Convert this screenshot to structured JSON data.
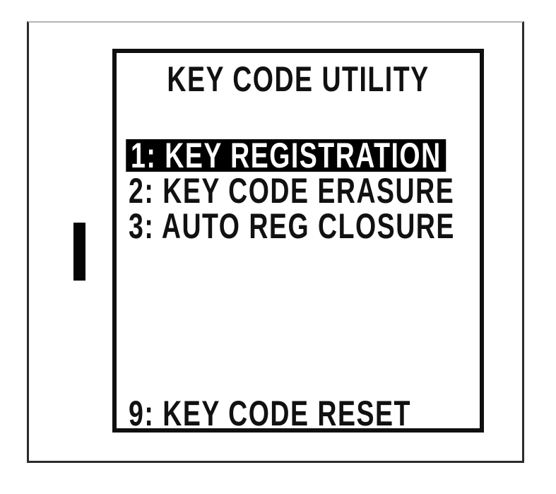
{
  "screen": {
    "title": "KEY CODE UTILITY",
    "menu_items": [
      {
        "label": "1: KEY REGISTRATION",
        "highlighted": true
      },
      {
        "label": "2: KEY CODE ERASURE",
        "highlighted": false
      },
      {
        "label": "3: AUTO REG CLOSURE",
        "highlighted": false
      }
    ],
    "footer_item": {
      "label": "9: KEY CODE RESET"
    },
    "selected_item": "1: KEY REGISTRATION",
    "colors": {
      "foreground": "#111111",
      "background": "#ffffff",
      "highlight_background": "#000000",
      "highlight_text": "#ffffff"
    }
  }
}
